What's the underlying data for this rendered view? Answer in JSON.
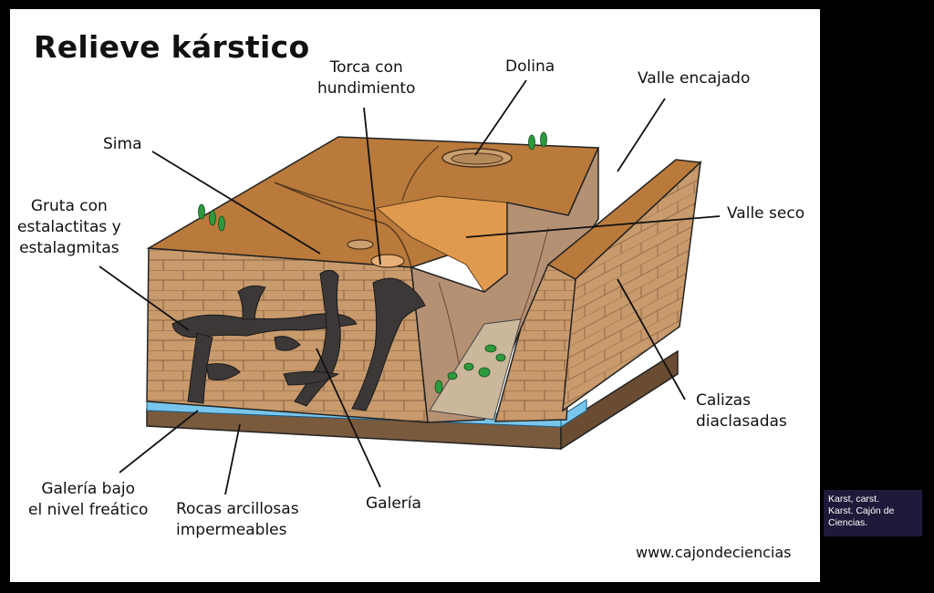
{
  "title": "Relieve kárstico",
  "labels": {
    "torca": "Torca con\nhundimiento",
    "dolina": "Dolina",
    "valle_encajado": "Valle encajado",
    "sima": "Sima",
    "gruta": "Gruta con\nestalactitas y\nestalagmitas",
    "valle_seco": "Valle seco",
    "calizas": "Calizas\ndiaclasadas",
    "galeria_bajo": "Galería bajo\nel nivel freático",
    "rocas": "Rocas arcillosas\nimpermeables",
    "galeria": "Galería"
  },
  "website": "www.cajondeciencias",
  "caption": "Karst, carst.\nKarst. Cajón de\nCiencias.",
  "colors": {
    "top_surface": "#b97a3c",
    "limestone_front": "#c89a6c",
    "cliff_face": "#b59174",
    "cave": "#3c3838",
    "water": "#79c6ec",
    "clay_base": "#7a5a3c",
    "vegetation": "#2e9a3e"
  }
}
